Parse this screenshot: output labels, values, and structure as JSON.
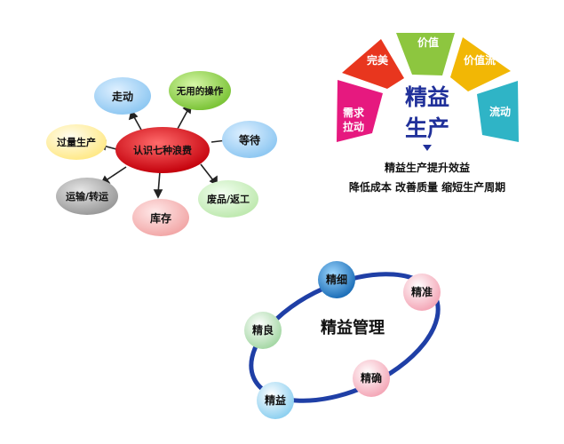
{
  "waste_map": {
    "center": "认识七种浪费",
    "items": [
      "走动",
      "无用的操作",
      "等待",
      "废品/返工",
      "库存",
      "运输/转运",
      "过量生产"
    ],
    "colors": {
      "center": "#e3111b",
      "walking": "#a9d3f5",
      "useless_ops": "#8fd14f",
      "waiting": "#a9d3f5",
      "rework": "#c8f0b4",
      "inventory": "#f6b6b6",
      "transport": "#a9a9a9",
      "overproduction": "#fff1a8"
    }
  },
  "lean_gauge": {
    "title_line1": "精益",
    "title_line2": "生产",
    "segments": [
      "需求\n拉动",
      "完美",
      "价值",
      "价值流",
      "流动"
    ],
    "segment_colors": [
      "#e6197f",
      "#e8361e",
      "#8dc63f",
      "#f2b705",
      "#2fb4c6"
    ],
    "subtitle_line1": "精益生产提升效益",
    "subtitle_line2": "降低成本 改善质量 缩短生产周期"
  },
  "lean_mgmt": {
    "title": "精益管理",
    "nodes": [
      "精细",
      "精准",
      "精确",
      "精益",
      "精良"
    ],
    "ring_color": "#1f3fa6"
  }
}
